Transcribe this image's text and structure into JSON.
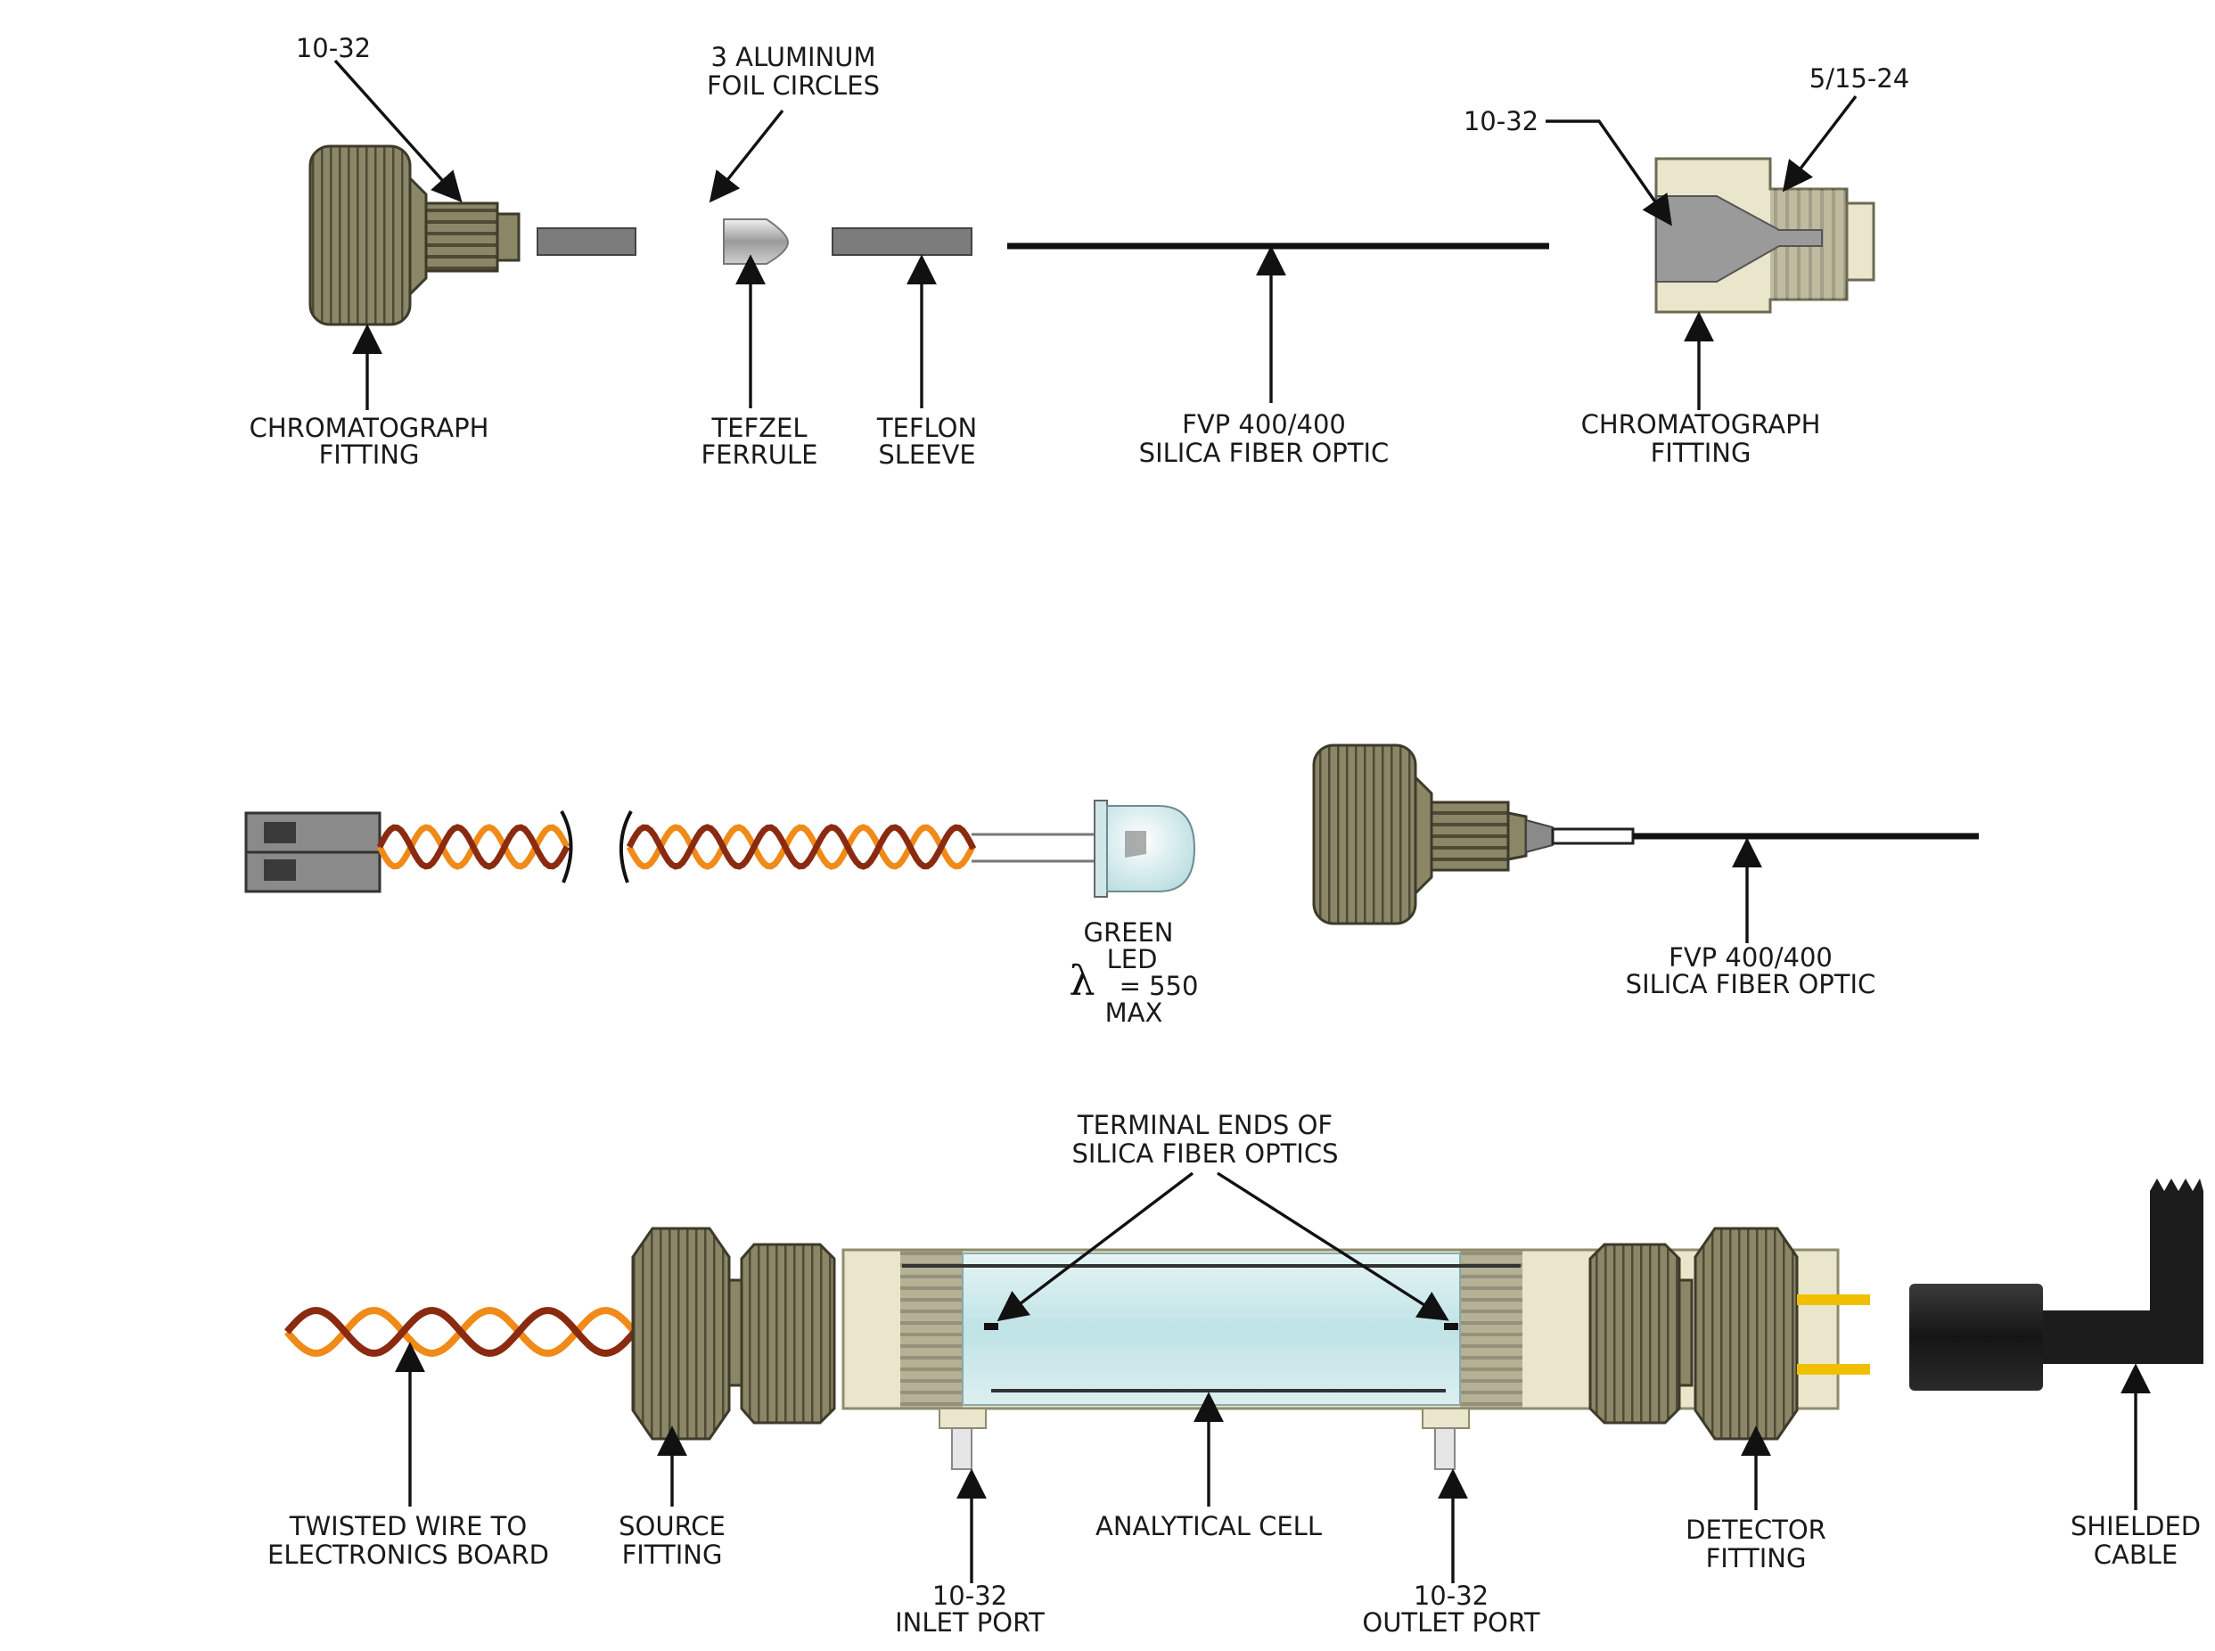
{
  "diagram_title": "",
  "colors": {
    "fitting_body": "#8b8666",
    "fitting_dark": "#5f5b44",
    "cell_glass": "#cfeaec",
    "cell_endcap": "#e9e6cc",
    "twisted_wire_a": "#f08a18",
    "twisted_wire_b": "#8a2a10",
    "detector_pins": "#f0c000",
    "shielded_cable": "#1c1c1c",
    "fiber": "#111111"
  },
  "labels": {
    "thread_10_32_top": "10-32",
    "foil_circles_1": "3 ALUMINUM",
    "foil_circles_2": "FOIL CIRCLES",
    "thread_5_15_24": "5/15-24",
    "thread_10_32_right": "10-32",
    "chrom_fitting_left_1": "CHROMATOGRAPH",
    "chrom_fitting_left_2": "FITTING",
    "tefzel_1": "TEFZEL",
    "tefzel_2": "FERRULE",
    "teflon_1": "TEFLON",
    "teflon_2": "SLEEVE",
    "fiber_top_1": "FVP 400/400",
    "fiber_top_2": "SILICA FIBER OPTIC",
    "chrom_fitting_right_1": "CHROMATOGRAPH",
    "chrom_fitting_right_2": "FITTING",
    "led_1": "GREEN",
    "led_2": "LED",
    "led_lambda": "λ",
    "led_3": "= 550",
    "led_4": "MAX",
    "fiber_mid_1": "FVP 400/400",
    "fiber_mid_2": "SILICA FIBER OPTIC",
    "terminal_1": "TERMINAL ENDS OF",
    "terminal_2": "SILICA FIBER OPTICS",
    "twisted_1": "TWISTED WIRE TO",
    "twisted_2": "ELECTRONICS BOARD",
    "source_1": "SOURCE",
    "source_2": "FITTING",
    "cell": "ANALYTICAL CELL",
    "detector_1": "DETECTOR",
    "detector_2": "FITTING",
    "shielded_1": "SHIELDED",
    "shielded_2": "CABLE",
    "inlet_1": "10-32",
    "inlet_2": "INLET PORT",
    "outlet_1": "10-32",
    "outlet_2": "OUTLET PORT"
  }
}
